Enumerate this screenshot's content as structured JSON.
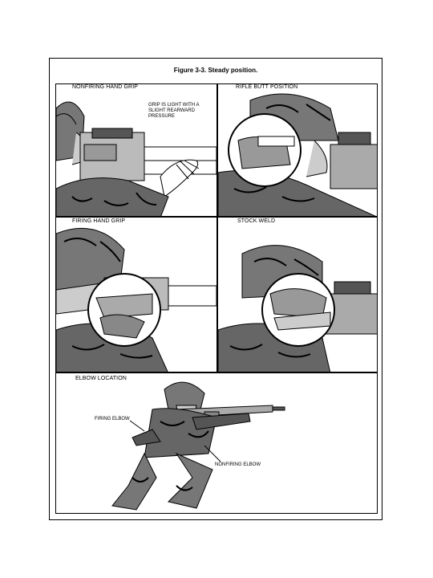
{
  "figure": {
    "title": "Figure 3-3. Steady position."
  },
  "panels": {
    "nonfiring_hand_grip": {
      "label": "NONFIRING HAND GRIP",
      "note": "GRIP IS LIGHT WITH A\nSLIGHT REARWARD\nPRESSURE"
    },
    "rifle_butt_position": {
      "label": "RIFLE BUTT POSITION"
    },
    "firing_hand_grip": {
      "label": "FIRING HAND GRIP"
    },
    "stock_weld": {
      "label": "STOCK WELD"
    },
    "elbow_location": {
      "label": "ELBOW LOCATION",
      "firing_elbow": "FIRING ELBOW",
      "nonfiring_elbow": "NONFIRING ELBOW"
    }
  }
}
